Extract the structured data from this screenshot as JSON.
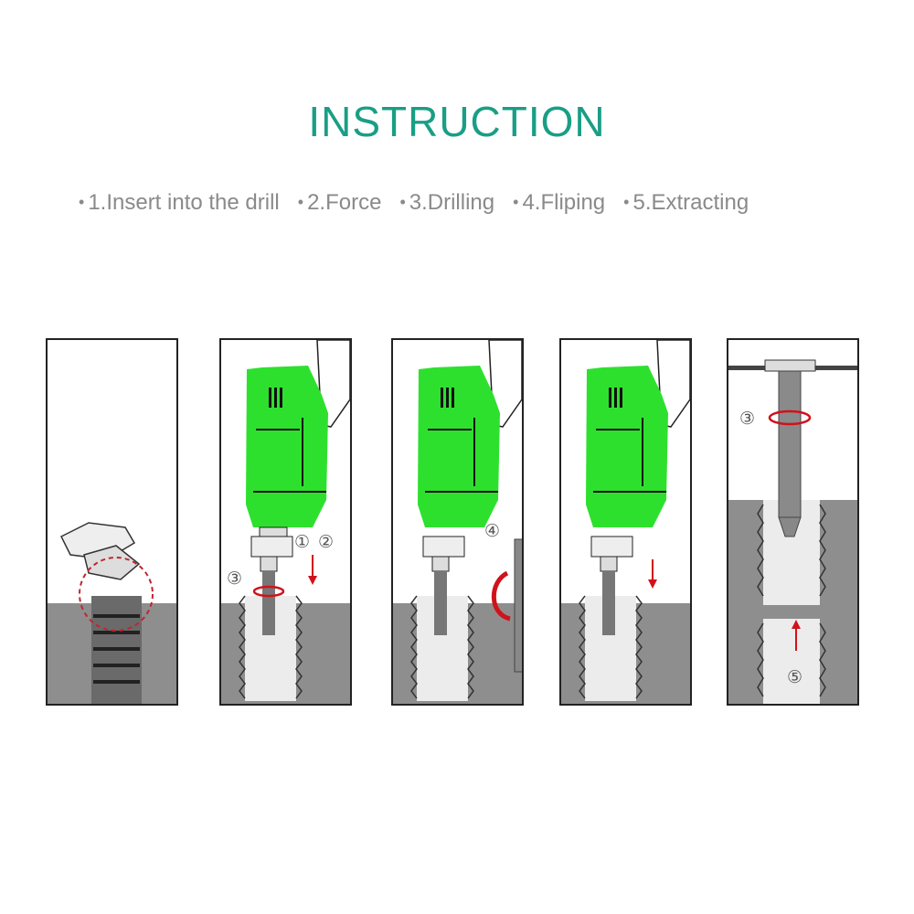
{
  "title": "INSTRUCTION",
  "colors": {
    "title": "#1a9e86",
    "drill": "#2ee02e",
    "arrow": "#d0121b",
    "ground": "#8e8e8e"
  },
  "steps": [
    "1.Insert into the drill",
    "2.Force",
    "3.Drilling",
    "4.Fliping",
    "5.Extracting"
  ],
  "markers": {
    "p2a": "①",
    "p2b": "②",
    "p2c": "③",
    "p3": "④",
    "p5a": "③",
    "p5b": "⑤"
  }
}
